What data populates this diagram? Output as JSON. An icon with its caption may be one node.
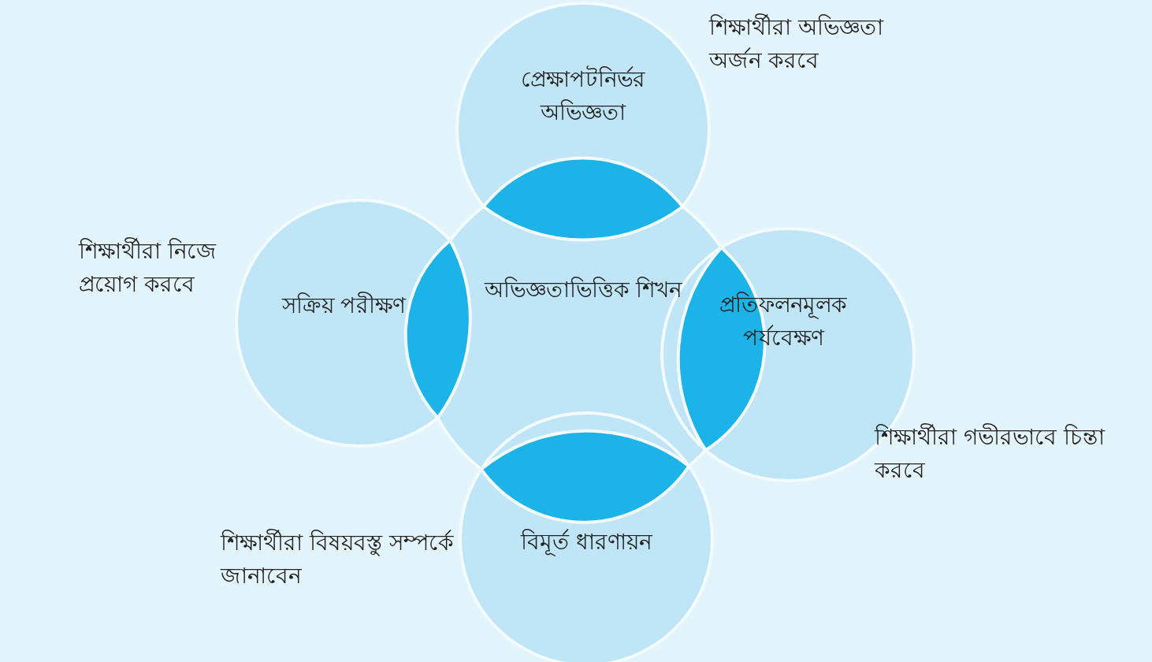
{
  "diagram": {
    "nodes": [
      {
        "text": [
          "প্রেক্ষাপটনির্ভর অভিজ্ঞতা"
        ],
        "beside": [
          "শিক্ষার্থীরা অভিজ্ঞতা অর্জন করবে"
        ]
      },
      {
        "text": [
          "সক্রিয় পরীক্ষণ"
        ],
        "beside": [
          "শিক্ষার্থীরা নিজে প্রয়োগ করবে"
        ]
      },
      {
        "text": [
          "অভিজ্ঞতাভিত্তিক শিখন"
        ]
      },
      {
        "text": [
          "প্রতিফলনমূলক পর্যবেক্ষণ"
        ],
        "beside": [
          "শিক্ষার্থীরা গভীরভাবে চিন্তা করবে"
        ]
      },
      {
        "text": [
          "বিমূর্ত ধারণায়ন"
        ],
        "beside": [
          "শিক্ষার্থীরা বিষয়বস্তু সম্পর্কে জানাবেন"
        ]
      }
    ]
  }
}
